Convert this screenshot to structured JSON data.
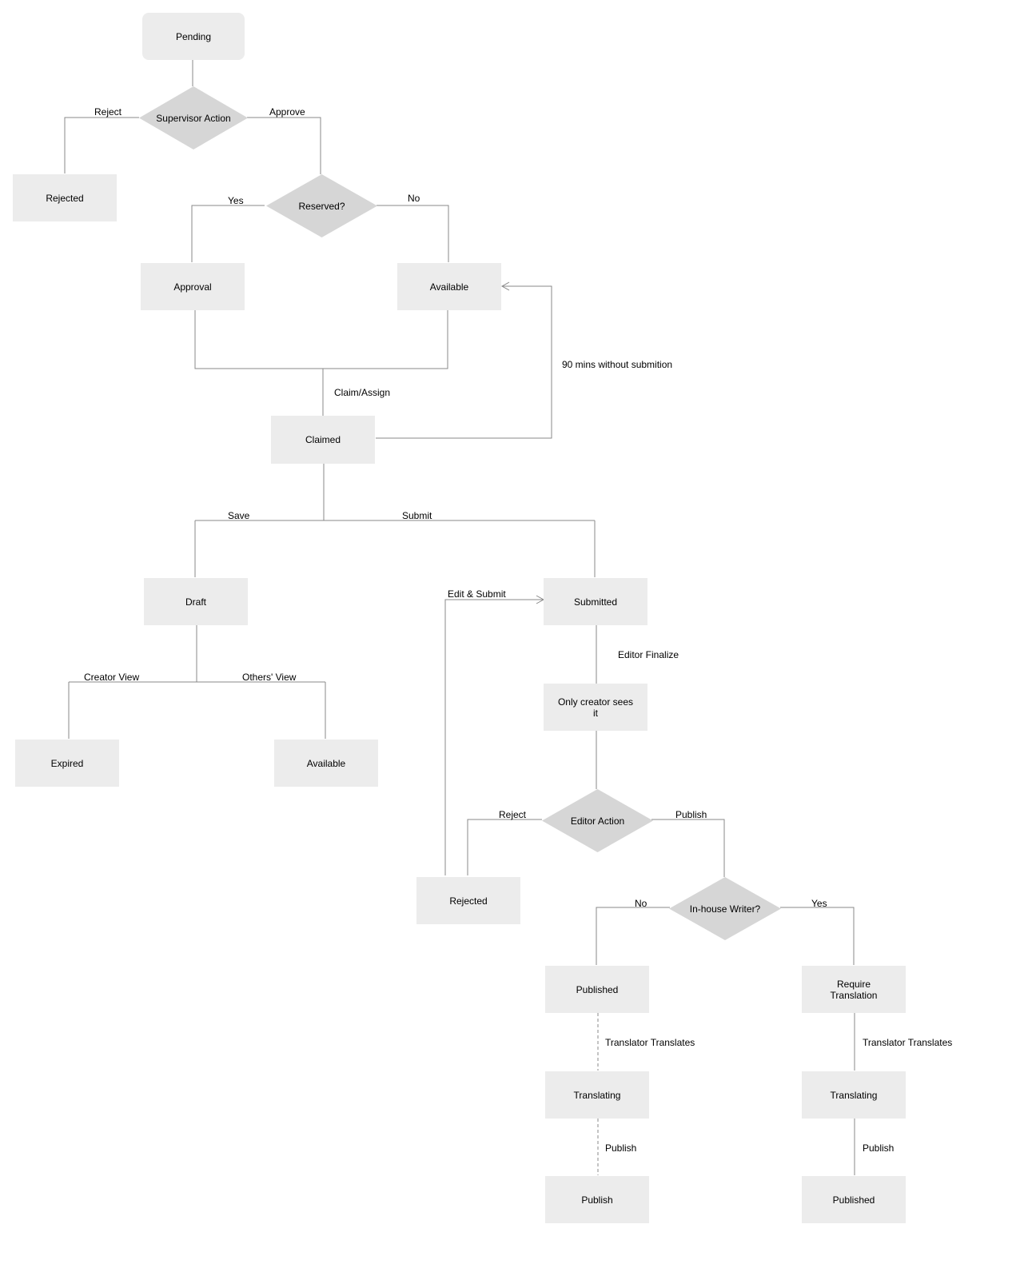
{
  "nodes": {
    "pending": "Pending",
    "supervisor_action": "Supervisor Action",
    "rejected_1": "Rejected",
    "reserved": "Reserved?",
    "approval": "Approval",
    "available_1": "Available",
    "claimed": "Claimed",
    "draft": "Draft",
    "submitted": "Submitted",
    "expired": "Expired",
    "available_2": "Available",
    "only_creator": "Only creator sees it",
    "editor_action": "Editor Action",
    "rejected_2": "Rejected",
    "inhouse_writer": "In-house Writer?",
    "published_1": "Published",
    "require_translation": "Require Translation",
    "translating_1": "Translating",
    "translating_2": "Translating",
    "publish": "Publish",
    "published_2": "Published"
  },
  "edge_labels": {
    "reject_1": "Reject",
    "approve": "Approve",
    "yes_1": "Yes",
    "no_1": "No",
    "timeout": "90 mins without submition",
    "claim_assign": "Claim/Assign",
    "save": "Save",
    "submit": "Submit",
    "edit_submit": "Edit & Submit",
    "editor_finalize": "Editor Finalize",
    "creator_view": "Creator View",
    "others_view": "Others' View",
    "reject_2": "Reject",
    "publish_edge": "Publish",
    "no_2": "No",
    "yes_2": "Yes",
    "translator_translates_1": "Translator Translates",
    "translator_translates_2": "Translator Translates",
    "publish_1": "Publish",
    "publish_2": "Publish"
  },
  "colors": {
    "node_fill": "#ececec",
    "diamond_fill": "#d6d6d6",
    "edge": "#888888"
  }
}
